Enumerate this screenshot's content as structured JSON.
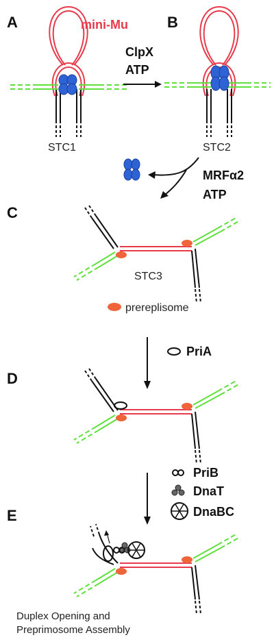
{
  "panels": [
    "A",
    "B",
    "C",
    "D",
    "E"
  ],
  "labels": {
    "mini_mu": "mini-Mu",
    "clpx": "ClpX",
    "atp_1": "ATP",
    "stc1": "STC1",
    "stc2": "STC2",
    "mrf": "MRFα2",
    "atp_2": "ATP",
    "stc3": "STC3",
    "prereplisome": "prereplisome",
    "pria": "PriA",
    "prib": "PriB",
    "dnat": "DnaT",
    "dnabc": "DnaBC",
    "caption_line1": "Duplex Opening and",
    "caption_line2": "Preprimosome Assembly"
  },
  "colors": {
    "mu_dna": "#e83a4a",
    "host_dna": "#5ee03a",
    "black_dna": "#111111",
    "mua_tetramer": "#2e63d6",
    "prereplisome": "#f0643a"
  }
}
